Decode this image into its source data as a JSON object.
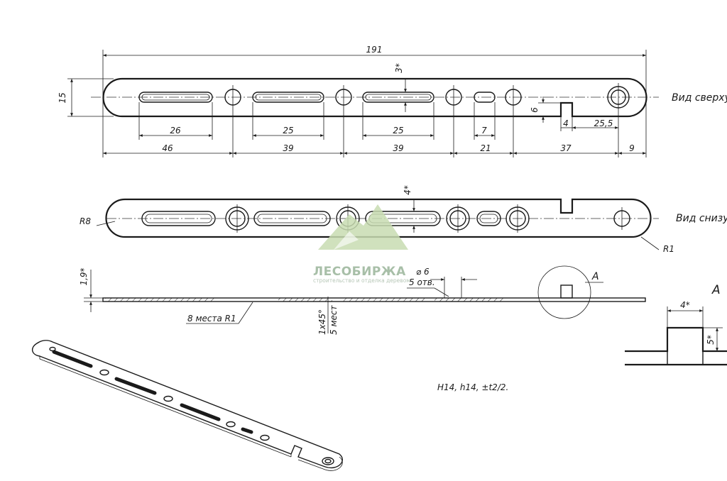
{
  "top_view": {
    "label": "Вид сверху",
    "dims": {
      "total": "191",
      "height": "15",
      "slot_width": "3*",
      "slot1": "26",
      "slot2": "25",
      "slot3": "25",
      "small_slot": "7",
      "notch_depth": "6",
      "notch_width": "4",
      "notch_to_hole": "25,5",
      "seg1": "46",
      "seg2": "39",
      "seg3": "39",
      "seg4": "21",
      "seg5": "37",
      "seg6": "9"
    }
  },
  "bottom_view": {
    "label": "Вид снизу",
    "r_left": "R8",
    "r_right": "R1",
    "slot_width": "4*"
  },
  "side_view": {
    "thickness": "1,9*",
    "hole_dia": "⌀ 6",
    "hole_count": "5 отв.",
    "fillet_note": "8 места R1",
    "chamfer_note": "1x45°",
    "chamfer_count": "5 мест",
    "callout": "А"
  },
  "detail": {
    "label": "А",
    "width": "4*",
    "height": "5*"
  },
  "tolerance_note": "H14, h14, ±t2/2.",
  "watermark": {
    "title": "ЛЕСОБИРЖА",
    "subtitle": "строительство и отделка деревом"
  }
}
